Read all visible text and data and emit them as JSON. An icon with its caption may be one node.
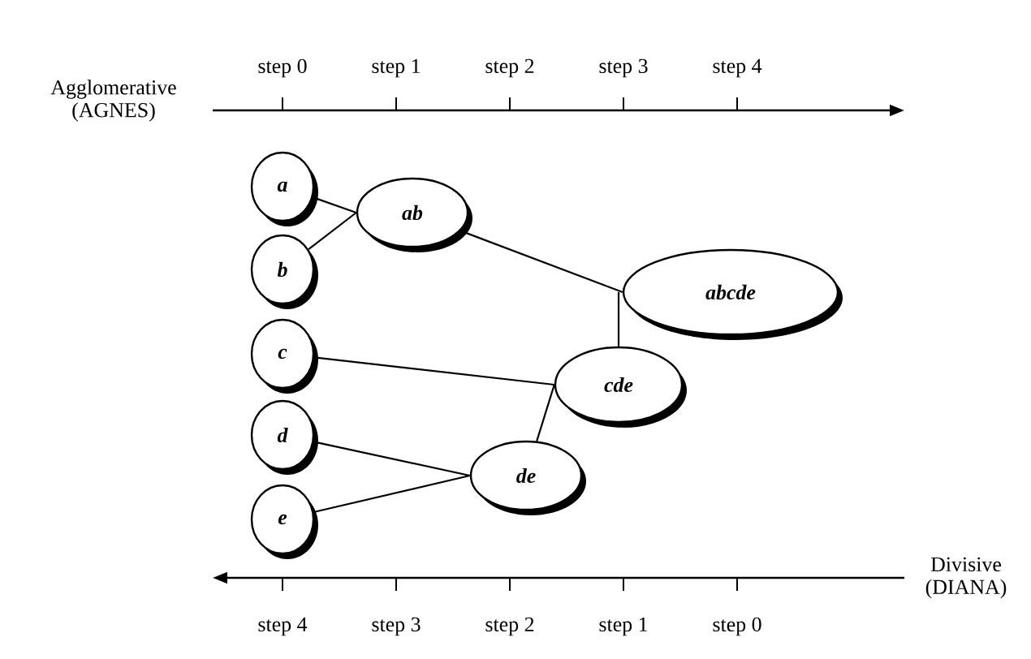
{
  "diagram": {
    "nodes": [
      {
        "text": [
          "a"
        ]
      },
      {
        "text": [
          "b"
        ]
      },
      {
        "text": [
          "c"
        ]
      },
      {
        "text": [
          "d"
        ]
      },
      {
        "text": [
          "e"
        ]
      },
      {
        "text": [
          "ab"
        ]
      },
      {
        "text": [
          "abcde"
        ]
      },
      {
        "text": [
          "cde"
        ]
      },
      {
        "text": [
          "de"
        ]
      }
    ],
    "edges": [
      {
        "from": 0,
        "to": 5,
        "arrow": "none"
      },
      {
        "from": 1,
        "to": 5,
        "arrow": "none"
      },
      {
        "from": 5,
        "to": 6,
        "arrow": "none"
      },
      {
        "from": 7,
        "to": 6,
        "arrow": "none"
      },
      {
        "from": 2,
        "to": 7,
        "arrow": "none"
      },
      {
        "from": 8,
        "to": 7,
        "arrow": "none"
      },
      {
        "from": 3,
        "to": 8,
        "arrow": "none"
      },
      {
        "from": 4,
        "to": 8,
        "arrow": "none"
      }
    ],
    "labels": [
      "Agglomerative (AGNES)",
      "step 0",
      "step 1",
      "step 2",
      "step 3",
      "step 4",
      "Divisive (DIANA)",
      "step 4",
      "step 3",
      "step 2",
      "step 1",
      "step 0"
    ]
  }
}
